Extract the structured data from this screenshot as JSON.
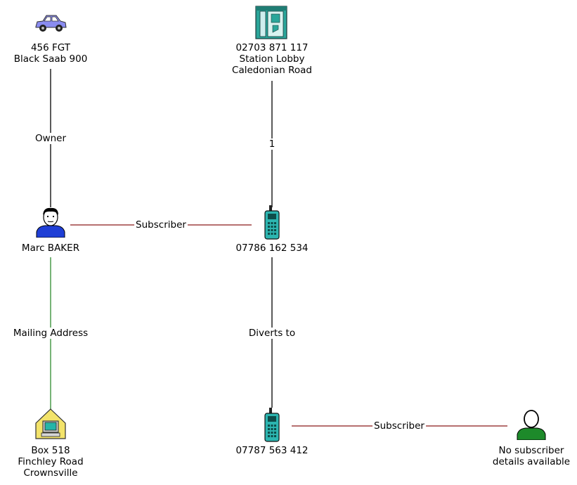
{
  "nodes": {
    "car": {
      "lines": [
        "456 FGT",
        "Black Saab 900"
      ],
      "icon": "car-icon"
    },
    "phonebox": {
      "lines": [
        "02703 871 117",
        "Station Lobby",
        "Caledonian Road"
      ],
      "icon": "phone-box-icon"
    },
    "person": {
      "lines": [
        "Marc BAKER"
      ],
      "icon": "person-icon"
    },
    "mobile1": {
      "lines": [
        "07786 162 534"
      ],
      "icon": "mobile-phone-icon"
    },
    "address": {
      "lines": [
        "Box 518",
        "Finchley Road",
        "Crownsville"
      ],
      "icon": "address-icon"
    },
    "mobile2": {
      "lines": [
        "07787 563 412"
      ],
      "icon": "mobile-phone-icon"
    },
    "unknown": {
      "lines": [
        "No subscriber",
        "details available"
      ],
      "icon": "unknown-person-icon"
    }
  },
  "edges": {
    "owner": {
      "label": "Owner",
      "color": "#000000"
    },
    "calls": {
      "label": "1",
      "color": "#000000"
    },
    "subscriber1": {
      "label": "Subscriber",
      "color": "#8b1a1a"
    },
    "mailing": {
      "label": "Mailing Address",
      "color": "#2e8b2e"
    },
    "diverts": {
      "label": "Diverts to",
      "color": "#000000"
    },
    "subscriber2": {
      "label": "Subscriber",
      "color": "#8b1a1a"
    }
  }
}
